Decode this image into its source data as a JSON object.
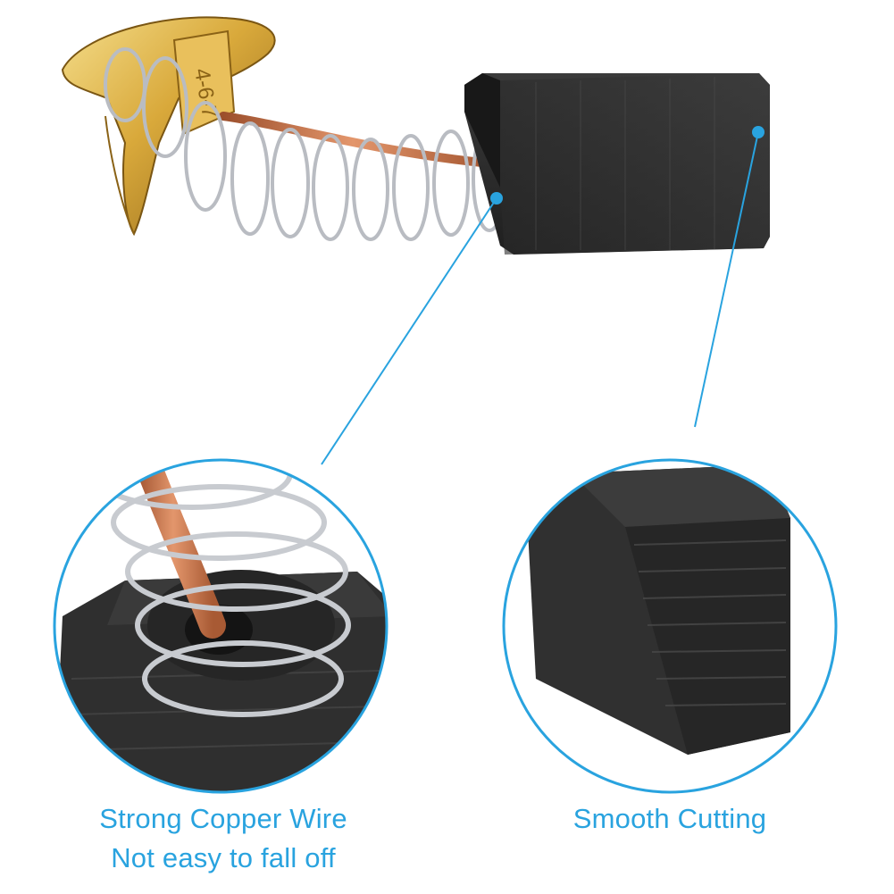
{
  "brand_color": "#29a3df",
  "product": {
    "stamp_text": "4-6-7"
  },
  "callouts": [
    {
      "id": "copper-wire",
      "lines": [
        "Strong Copper Wire",
        "Not easy to fall off"
      ]
    },
    {
      "id": "smooth-cutting",
      "lines": [
        "Smooth Cutting"
      ]
    }
  ],
  "icons": [
    "callout-dot-icon",
    "callout-dot-icon"
  ]
}
